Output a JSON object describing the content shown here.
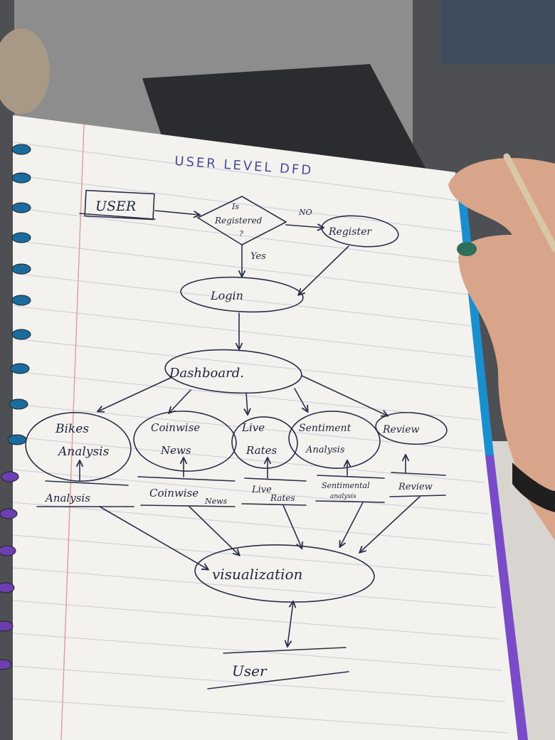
{
  "diagram": {
    "title": "USER LEVEL DFD",
    "nodes": {
      "user": "USER",
      "decision_line1": "Is",
      "decision_line2": "Registered",
      "decision_line3": "?",
      "register": "Register",
      "login": "Login",
      "dashboard": "Dashboard.",
      "bike_line1": "Bikes",
      "bike_line2": "Analysis",
      "coinwise_line1": "Coinwise",
      "coinwise_line2": "News",
      "live_line1": "Live",
      "live_line2": "Rates",
      "sentiment_line1": "Sentiment",
      "sentiment_line2": "Analysis",
      "review": "Review",
      "visualization": "visualization",
      "user_bottom": "User"
    },
    "edge_labels": {
      "no": "NO",
      "yes": "Yes"
    },
    "stores": {
      "analysis": "Analysis",
      "coinwise_line1": "Coinwise",
      "coinwise_line2": "News",
      "live_line1": "Live",
      "live_line2": "Rates",
      "sentimental_line1": "Sentimental",
      "sentimental_line2": "analysis",
      "review": "Review"
    }
  },
  "colors": {
    "paper": "#f3f2ee",
    "ink": "#2a2e4a",
    "title_ink": "#4a4a9a",
    "rule_line": "#c9ccd8",
    "margin_line": "#e29a9a",
    "edge_blue": "#1a8fd0",
    "edge_purple": "#7a4bc9"
  }
}
